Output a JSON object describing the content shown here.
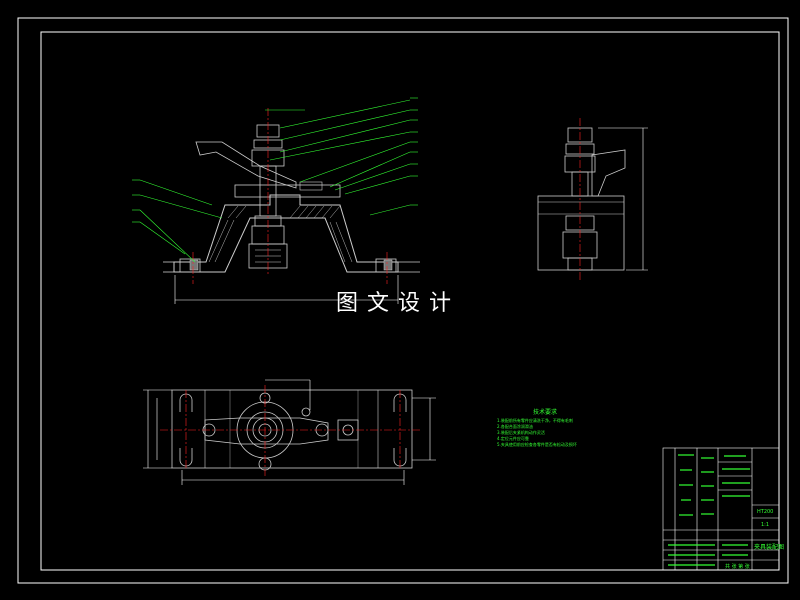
{
  "drawing": {
    "watermark": "图文设计",
    "colors": {
      "background": "#000000",
      "outline": "#ffffff",
      "leader": "#33ff33",
      "centerline": "#ff2222",
      "part": "#cccccc",
      "hatch": "#bbbbbb",
      "dimension": "#ffffff"
    },
    "technical_requirements": {
      "title": "技术要求",
      "items": [
        "1.装配前所有零件应清洗干净，不得有毛刺",
        "2.各配合面涂润滑油",
        "3.装配后夹紧机构动作灵活",
        "4.定位元件应可靠",
        "5.夹具使用前应检查各零件是否有松动及损坏"
      ]
    },
    "title_block": {
      "drawing_title": "夹具装配图",
      "material_label": "HT200",
      "scale_label": "1:1",
      "sheet_label": "共 张 第 张"
    }
  }
}
